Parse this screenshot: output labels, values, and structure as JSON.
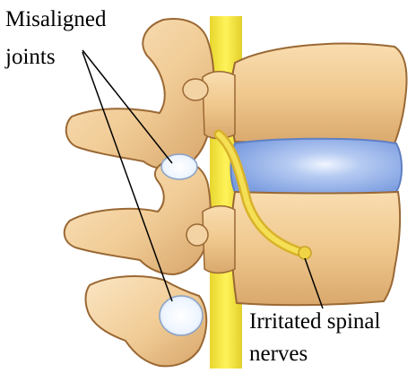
{
  "labels": {
    "misaligned_joints": [
      "Misaligned",
      "joints"
    ],
    "irritated_nerves": [
      "Irritated spinal",
      "nerves"
    ]
  },
  "colors": {
    "bone": "#f4d2a0",
    "bone_shadow": "#c8945a",
    "bone_outline": "#8a5a2c",
    "spinal_cord": "#f2e84a",
    "nerve": "#e9c43a",
    "disc": "#8fb0e8",
    "disc_highlight": "#e6efff",
    "joint_highlight": "#f6fbff"
  }
}
